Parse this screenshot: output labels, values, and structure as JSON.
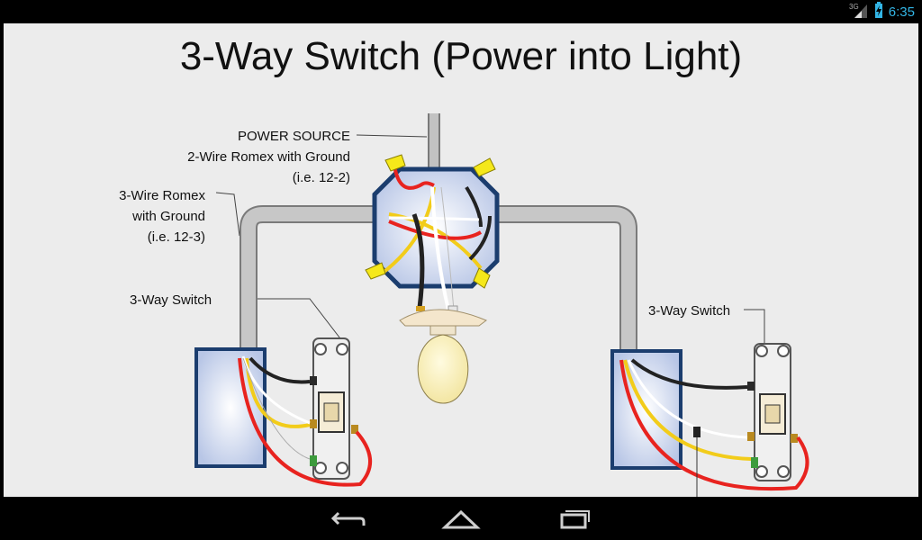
{
  "status": {
    "network": "3G",
    "time": "6:35"
  },
  "title": "3-Way Switch (Power into Light)",
  "labels": {
    "power_source": "POWER SOURCE",
    "power_cable": "2-Wire Romex with Ground",
    "power_cable_ie": "(i.e. 12-2)",
    "romex3_a": "3-Wire Romex",
    "romex3_b": "with Ground",
    "romex3_ie": "(i.e. 12-3)",
    "switch_left": "3-Way Switch",
    "switch_right": "3-Way Switch"
  },
  "wire_colors": {
    "hot": "#e8231f",
    "neutral": "#ffffff",
    "black": "#222222",
    "yellow": "#f2cc1a",
    "cable": "#bdbdbd"
  },
  "nav": {
    "back": "back-icon",
    "home": "home-icon",
    "recents": "recents-icon"
  }
}
